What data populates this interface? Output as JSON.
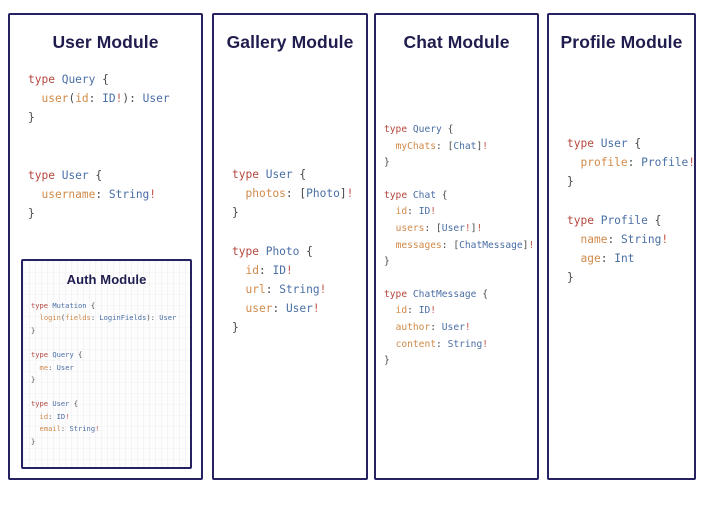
{
  "page": {
    "background": "#ffffff",
    "accent_border": "#262261",
    "title_color": "#1f1c4e"
  },
  "syntax_colors": {
    "keyword": "#b5473d",
    "type_name": "#4a6fa5",
    "field_name": "#d08a4a",
    "punctuation": "#4a4a4a",
    "non_null_bang": "#c0554a"
  },
  "cards": {
    "user": {
      "title": "User Module",
      "code_lines": [
        "type Query {",
        "  user(id: ID!): User",
        "}",
        "",
        "",
        "type User {",
        "  username: String!",
        "}"
      ],
      "tokens": {
        "l1_kw": "type",
        "l1_type": "Query",
        "l1_brace": "{",
        "l2_field": "user",
        "l2_open": "(",
        "l2_arg": "id",
        "l2_colon1": ":",
        "l2_argtype": "ID",
        "l2_bang1": "!",
        "l2_close": ")",
        "l2_colon2": ":",
        "l2_ret": "User",
        "l3_brace": "}",
        "l4_kw": "type",
        "l4_type": "User",
        "l4_brace": "{",
        "l5_field": "username",
        "l5_colon": ":",
        "l5_type": "String",
        "l5_bang": "!",
        "l6_brace": "}"
      }
    },
    "auth": {
      "title": "Auth Module",
      "code_lines": [
        "type Mutation {",
        "  login(fields: LoginFields): User",
        "}",
        "",
        "type Query {",
        "  me: User",
        "}",
        "",
        "type User {",
        "  id: ID!",
        "  email: String!",
        "}"
      ],
      "tokens": {
        "l1_kw": "type",
        "l1_type": "Mutation",
        "l1_brace": "{",
        "l2_field": "login",
        "l2_open": "(",
        "l2_arg": "fields",
        "l2_colon1": ":",
        "l2_argtype": "LoginFields",
        "l2_close": ")",
        "l2_colon2": ":",
        "l2_ret": "User",
        "l3_brace": "}",
        "l4_kw": "type",
        "l4_type": "Query",
        "l4_brace": "{",
        "l5_field": "me",
        "l5_colon": ":",
        "l5_type": "User",
        "l6_brace": "}",
        "l7_kw": "type",
        "l7_type": "User",
        "l7_brace": "{",
        "l8_field": "id",
        "l8_colon": ":",
        "l8_type": "ID",
        "l8_bang": "!",
        "l9_field": "email",
        "l9_colon": ":",
        "l9_type": "String",
        "l9_bang": "!",
        "l10_brace": "}"
      }
    },
    "gallery": {
      "title": "Gallery Module",
      "code_lines": [
        "type User {",
        "  photos: [Photo]!",
        "}",
        "",
        "type Photo {",
        "  id: ID!",
        "  url: String!",
        "  user: User!",
        "}"
      ],
      "tokens": {
        "l1_kw": "type",
        "l1_type": "User",
        "l1_brace": "{",
        "l2_field": "photos",
        "l2_colon": ":",
        "l2_lb": "[",
        "l2_type": "Photo",
        "l2_rb": "]",
        "l2_bang": "!",
        "l3_brace": "}",
        "l4_kw": "type",
        "l4_type": "Photo",
        "l4_brace": "{",
        "l5_field": "id",
        "l5_colon": ":",
        "l5_type": "ID",
        "l5_bang": "!",
        "l6_field": "url",
        "l6_colon": ":",
        "l6_type": "String",
        "l6_bang": "!",
        "l7_field": "user",
        "l7_colon": ":",
        "l7_type": "User",
        "l7_bang": "!",
        "l8_brace": "}"
      }
    },
    "chat": {
      "title": "Chat Module",
      "code_lines": [
        "type Query {",
        "  myChats: [Chat]!",
        "}",
        "",
        "type Chat {",
        "  id: ID!",
        "  users: [User!]!",
        "  messages: [ChatMessage]!",
        "}",
        "",
        "type ChatMessage {",
        "  id: ID!",
        "  author: User!",
        "  content: String!",
        "}"
      ],
      "tokens": {
        "l1_kw": "type",
        "l1_type": "Query",
        "l1_brace": "{",
        "l2_field": "myChats",
        "l2_colon": ":",
        "l2_lb": "[",
        "l2_type": "Chat",
        "l2_rb": "]",
        "l2_bang": "!",
        "l3_brace": "}",
        "l4_kw": "type",
        "l4_type": "Chat",
        "l4_brace": "{",
        "l5_field": "id",
        "l5_colon": ":",
        "l5_type": "ID",
        "l5_bang": "!",
        "l6_field": "users",
        "l6_colon": ":",
        "l6_lb": "[",
        "l6_type": "User",
        "l6_bang1": "!",
        "l6_rb": "]",
        "l6_bang2": "!",
        "l7_field": "messages",
        "l7_colon": ":",
        "l7_lb": "[",
        "l7_type": "ChatMessage",
        "l7_rb": "]",
        "l7_bang": "!",
        "l8_brace": "}",
        "l9_kw": "type",
        "l9_type": "ChatMessage",
        "l9_brace": "{",
        "l10_field": "id",
        "l10_colon": ":",
        "l10_type": "ID",
        "l10_bang": "!",
        "l11_field": "author",
        "l11_colon": ":",
        "l11_type": "User",
        "l11_bang": "!",
        "l12_field": "content",
        "l12_colon": ":",
        "l12_type": "String",
        "l12_bang": "!",
        "l13_brace": "}"
      }
    },
    "profile": {
      "title": "Profile Module",
      "code_lines": [
        "type User {",
        "  profile: Profile!",
        "}",
        "",
        "type Profile {",
        "  name: String!",
        "  age: Int",
        "}"
      ],
      "tokens": {
        "l1_kw": "type",
        "l1_type": "User",
        "l1_brace": "{",
        "l2_field": "profile",
        "l2_colon": ":",
        "l2_type": "Profile",
        "l2_bang": "!",
        "l3_brace": "}",
        "l4_kw": "type",
        "l4_type": "Profile",
        "l4_brace": "{",
        "l5_field": "name",
        "l5_colon": ":",
        "l5_type": "String",
        "l5_bang": "!",
        "l6_field": "age",
        "l6_colon": ":",
        "l6_type": "Int",
        "l7_brace": "}"
      }
    }
  }
}
